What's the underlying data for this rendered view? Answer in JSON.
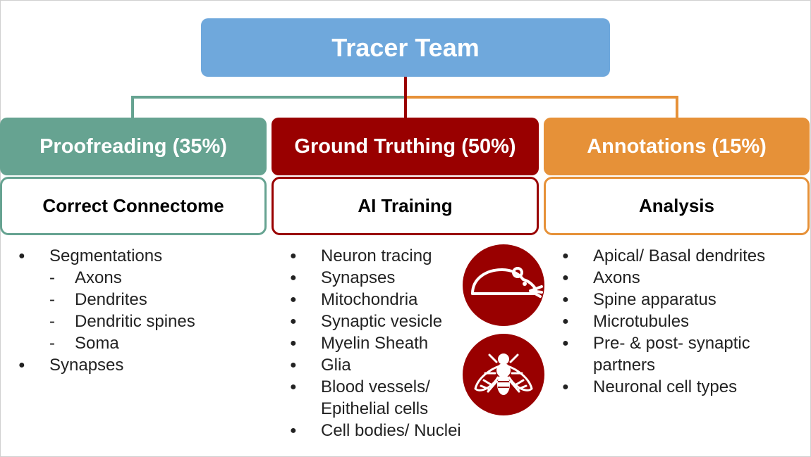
{
  "title": "Tracer Team",
  "columns": [
    {
      "header": "Proofreading (35%)",
      "subheader": "Correct Connectome",
      "color": "#66a391",
      "items": [
        {
          "text": "Segmentations",
          "children": [
            "Axons",
            "Dendrites",
            "Dendritic spines",
            "Soma"
          ]
        },
        {
          "text": "Synapses",
          "children": []
        }
      ]
    },
    {
      "header": "Ground Truthing (50%)",
      "subheader": "AI Training",
      "color": "#990000",
      "items": [
        "Neuron tracing",
        "Synapses",
        "Mitochondria",
        "Synaptic vesicle",
        "Myelin Sheath",
        "Glia",
        "Blood vessels/",
        "Epithelial cells",
        "Cell bodies/ Nuclei"
      ],
      "icons": [
        "mouse-icon",
        "fly-icon"
      ]
    },
    {
      "header": "Annotations (15%)",
      "subheader": "Analysis",
      "color": "#e69138",
      "items": [
        "Apical/ Basal dendrites",
        "Axons",
        "Spine apparatus",
        "Microtubules",
        "Pre- & post- synaptic",
        "partners",
        "Neuronal cell types"
      ]
    }
  ]
}
